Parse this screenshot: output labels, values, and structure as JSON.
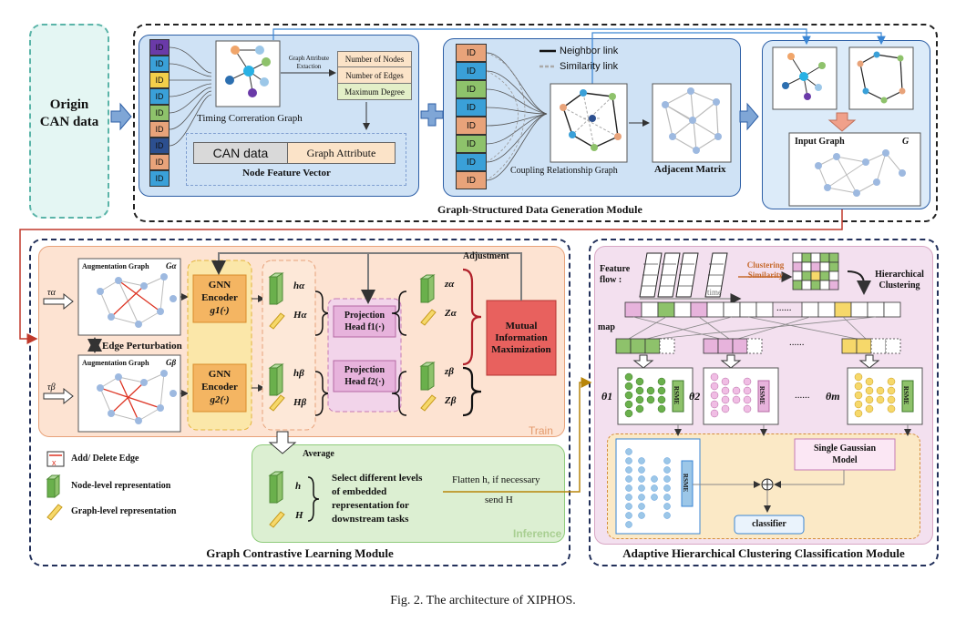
{
  "origin": {
    "line1": "Origin",
    "line2": "CAN data"
  },
  "gen_module": {
    "title": "Graph-Structured Data Generation Module",
    "id_label": "ID",
    "id_colors_left": [
      "#6a3aa8",
      "#3aa0d8",
      "#f3cf4a",
      "#3aa0d8",
      "#8ec26b",
      "#e8a37a",
      "#2c4f8f",
      "#e8a37a",
      "#3aa0d8"
    ],
    "id_colors_mid": [
      "#e8a37a",
      "#3aa0d8",
      "#8ec26b",
      "#3aa0d8",
      "#e8a37a",
      "#8ec26b",
      "#3aa0d8",
      "#e8a37a"
    ],
    "timing_graph_label": "Timing Correration Graph",
    "attr_extract_line1": "Graph Attribute",
    "attr_extract_line2": "Extaction",
    "attributes": [
      "Number of Nodes",
      "Number of Edges",
      "Maximum Degree"
    ],
    "can_data": "CAN data",
    "graph_attribute": "Graph Attribute",
    "node_feature_vector": "Node Feature Vector",
    "neighbor_link": "Neighbor link",
    "similarity_link": "Similarity link",
    "coupling_graph": "Coupling Relationship Graph",
    "adjacent_matrix": "Adjacent Matrix",
    "input_graph": "Input Graph",
    "input_graph_symbol": "G"
  },
  "gcl_module": {
    "title": "Graph Contrastive Learning Module",
    "train": "Train",
    "inference": "Inference",
    "adjustment": "Adjustment",
    "tau_a": "τα",
    "tau_b": "τβ",
    "aug_graph_a": "Augmentation Graph",
    "aug_graph_a_sym": "Gα",
    "aug_graph_b": "Augmentation Graph",
    "aug_graph_b_sym": "Gβ",
    "edge_perturbation": "Edge Perturbation",
    "gnn1": {
      "l1": "GNN",
      "l2": "Encoder",
      "l3": "g1(·)"
    },
    "gnn2": {
      "l1": "GNN",
      "l2": "Encoder",
      "l3": "g2(·)"
    },
    "h_a": "hα",
    "H_a": "Hα",
    "h_b": "hβ",
    "H_b": "Hβ",
    "proj1": {
      "l1": "Projection",
      "l2": "Head  f1(·)"
    },
    "proj2": {
      "l1": "Projection",
      "l2": "Head  f2(·)"
    },
    "z_a": "zα",
    "Z_a": "Zα",
    "z_b": "zβ",
    "Z_b": "Zβ",
    "mim": {
      "l1": "Mutual",
      "l2": "Information",
      "l3": "Maximization"
    },
    "average": "Average",
    "h": "h",
    "H": "H",
    "select_text": [
      "Select different levels",
      "of embedded",
      "representation for",
      "downstream tasks"
    ],
    "flatten": "Flatten h, if necessary",
    "send": "send H",
    "legend_add_delete": "Add/ Delete Edge",
    "legend_node": "Node-level representation",
    "legend_graph": "Graph-level representation"
  },
  "clf_module": {
    "title": "Adaptive Hierarchical Clustering Classification Module",
    "feature_flow": "Feature",
    "feature_flow2": "flow :",
    "time": "time",
    "clustering": "Clustering",
    "similarity": "Similarity",
    "hierarchical": "Hierarchical",
    "clustering2": "Clustering",
    "map": "map",
    "theta1": "θ1",
    "theta2": "θ2",
    "thetam": "θm",
    "rsme": "RSME",
    "single_gaussian": {
      "l1": "Single Gaussian",
      "l2": "Model"
    },
    "classifier": "classifier",
    "dots": "......"
  },
  "caption": "Fig. 2.  The architecture of XIPHOS."
}
